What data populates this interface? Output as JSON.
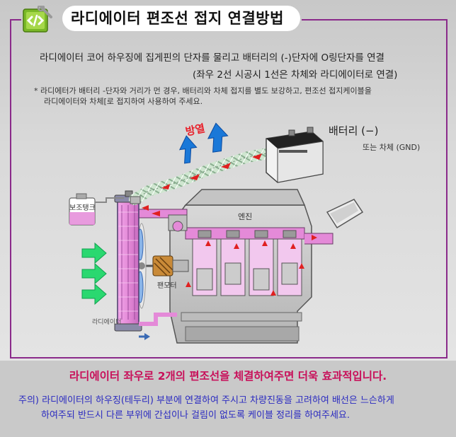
{
  "header": {
    "title": "라디에이터 편조선 접지 연결방법"
  },
  "intro": {
    "line1": "라디에이터 코어 하우징에 집게핀의 단자를 물리고 배터리의 (-)단자에 O링단자를 연결",
    "line2": "(좌우 2선 시공시 1선은 차체와 라디에이터로 연결)"
  },
  "note": {
    "line1": "* 라디에터가 배터리 -단자와 거리가 먼 경우, 배터리와 차체 접지를 별도 보강하고, 편조선 접지케이블을",
    "line2": "라디에이터와 차체[로 접지하여 사용하여 주세요."
  },
  "diagram": {
    "heat_label": "방열",
    "battery_label": "배터리 (−)",
    "battery_sub_label": "또는  차체 (GND)",
    "reserve_tank_label": "보조탱크",
    "engine_label": "엔진",
    "fan_motor_label": "팬모터",
    "radiator_label": "라디에이터"
  },
  "footer": {
    "title": "라디에이터 좌우로  2개의 편조선을 체결하여주면 더욱 효과적입니다.",
    "note_line1": "주의) 라디에이터의 하우징(테두리) 부분에 연결하여 주시고 차량진동을 고려하여 배선은 느슨하게",
    "note_line2": "하여주되 반드시 다른 부위에 간섭이나 걸림이 없도록 케이블 정리를 하여주세요."
  },
  "colors": {
    "frame": "#8a2a8a",
    "heat_text": "#e8202a",
    "heat_arrow": "#1a78d8",
    "airflow_arrow": "#2ad870",
    "flow_arrow": "#e02020",
    "coolant": "#e48ad8",
    "footer_title": "#c8105a",
    "footer_note": "#2a2ac0"
  },
  "icons": {
    "header_logo": "wrench-code-icon"
  }
}
